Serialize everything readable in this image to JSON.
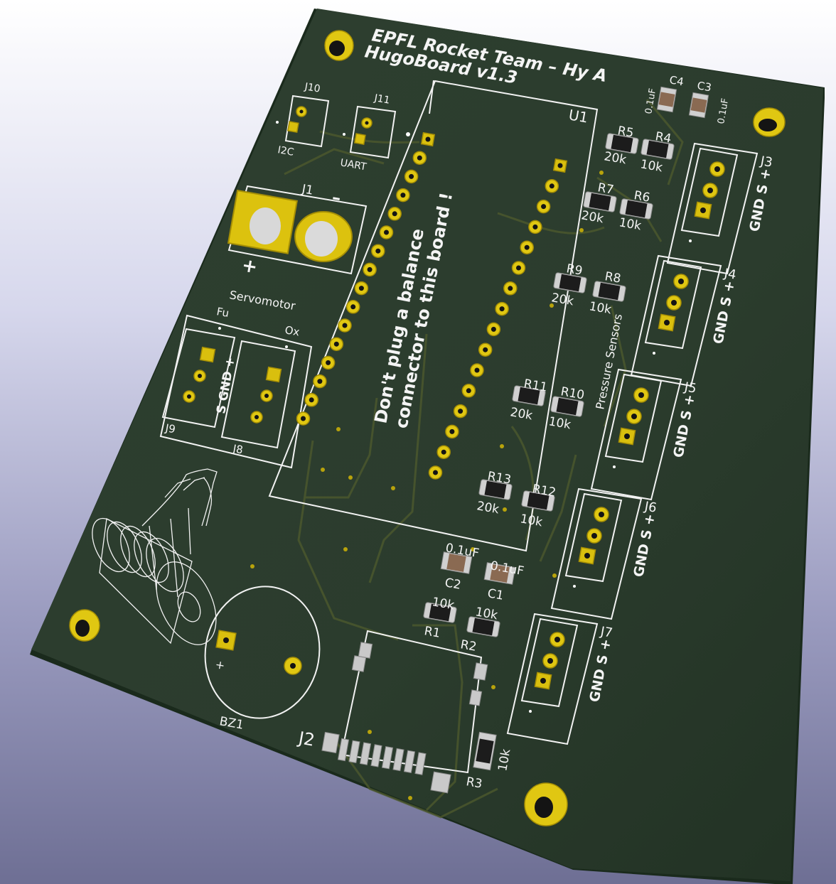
{
  "board": {
    "title": "EPFL Rocket Team – Hy A",
    "subtitle": "HugoBoard v1.3",
    "warning_line1": "Don't plug a balance",
    "warning_line2": "connector to this board !",
    "servo_label": "Servomotor",
    "pressure_label": "Pressure Sensors",
    "colors": {
      "pcb": "#28382a",
      "pcb_edge": "#1c2a1e",
      "silkscreen": "#f2f2f2",
      "copper_pad": "#e0c712",
      "background_top": "#ffffff",
      "background_bottom": "#6e6f94"
    }
  },
  "connectors": {
    "j10": {
      "ref": "J10",
      "label": "I2C"
    },
    "j11": {
      "ref": "J11",
      "label": "UART"
    },
    "j1": {
      "ref": "J1",
      "plus": "+",
      "minus": "–"
    },
    "j9": {
      "ref": "J9",
      "pin_label": "Fu"
    },
    "j8": {
      "ref": "J8",
      "pin_label": "Ox"
    },
    "servo_pins": "S GND +",
    "j2": {
      "ref": "J2"
    },
    "sensors": [
      {
        "ref": "J3",
        "pins": "GND S +"
      },
      {
        "ref": "J4",
        "pins": "GND S +"
      },
      {
        "ref": "J5",
        "pins": "GND S +"
      },
      {
        "ref": "J6",
        "pins": "GND S +"
      },
      {
        "ref": "J7",
        "pins": "GND S +"
      }
    ]
  },
  "ic": {
    "ref": "U1"
  },
  "buzzer": {
    "ref": "BZ1",
    "plus": "+"
  },
  "resistors": {
    "r5": {
      "ref": "R5",
      "value": "20k"
    },
    "r4": {
      "ref": "R4",
      "value": "10k"
    },
    "r7": {
      "ref": "R7",
      "value": "20k"
    },
    "r6": {
      "ref": "R6",
      "value": "10k"
    },
    "r9": {
      "ref": "R9",
      "value": "20k"
    },
    "r8": {
      "ref": "R8",
      "value": "10k"
    },
    "r11": {
      "ref": "R11",
      "value": "20k"
    },
    "r10": {
      "ref": "R10",
      "value": "10k"
    },
    "r13": {
      "ref": "R13",
      "value": "20k"
    },
    "r12": {
      "ref": "R12",
      "value": "10k"
    },
    "r1": {
      "ref": "R1",
      "value": "10k"
    },
    "r2": {
      "ref": "R2",
      "value": "10k"
    },
    "r3": {
      "ref": "R3",
      "value": "10k"
    }
  },
  "capacitors": {
    "c4": {
      "ref": "C4",
      "value": "0.1uF"
    },
    "c3": {
      "ref": "C3",
      "value": "0.1uF"
    },
    "c2": {
      "ref": "C2",
      "value": "0.1uF"
    },
    "c1": {
      "ref": "C1",
      "value": "0.1uF"
    }
  },
  "icons": {
    "logo": "rocket-engine-hand-logo",
    "mounting_hole": "mounting-hole-icon"
  }
}
